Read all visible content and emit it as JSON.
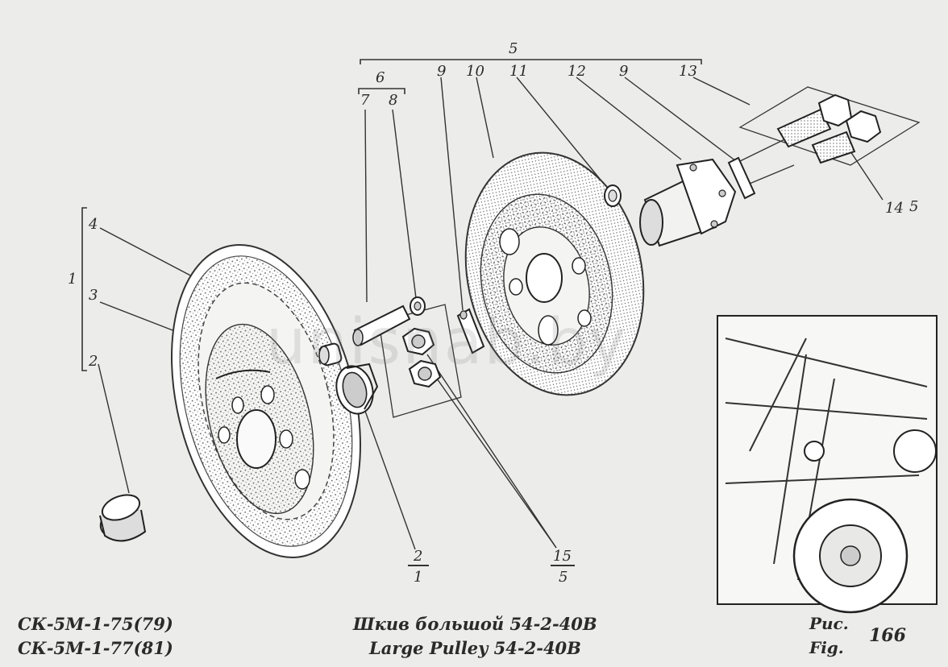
{
  "labels": {
    "n1": "1",
    "n2": "2",
    "n3": "3",
    "n4": "4",
    "n5": "5",
    "n6": "6",
    "n7": "7",
    "n8": "8",
    "n9a": "9",
    "n9b": "9",
    "n10": "10",
    "n11": "11",
    "n12": "12",
    "n13": "13",
    "n14": "14",
    "n14s": "5",
    "f2num": "2",
    "f2den": "1",
    "f15num": "15",
    "f15den": "5"
  },
  "watermark": "unisnab.by",
  "footer": {
    "model1": "СК-5М-1-75(79)",
    "model2": "СК-5М-1-77(81)",
    "title_ru": "Шкив большой 54-2-40В",
    "title_en": "Large Pulley 54-2-40В",
    "fig_ru": "Рис.",
    "fig_en": "Fig.",
    "fig_num": "166"
  }
}
